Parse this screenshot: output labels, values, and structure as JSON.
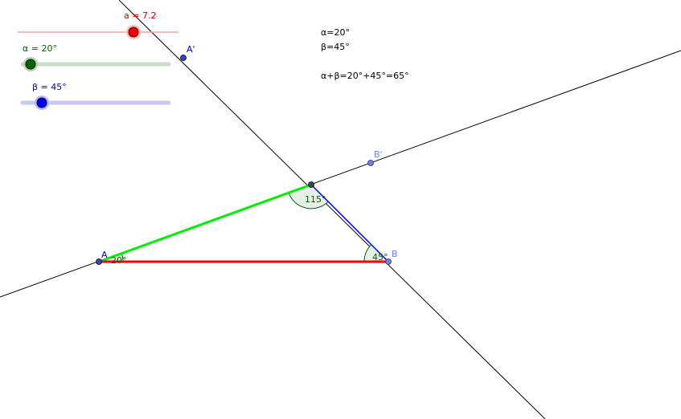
{
  "sliders": {
    "a": {
      "label": "a = 7.2",
      "color": "#cc0000",
      "track_color": "#f4a0a0",
      "value": 7.2,
      "fraction": 0.72
    },
    "alpha": {
      "label": "α = 20°",
      "color": "#006400",
      "track_color": "#c8dcc8",
      "value": 20,
      "fraction": 0.06
    },
    "beta": {
      "label": "β = 45°",
      "color": "#0000cc",
      "track_color": "#c8c8f4",
      "value": 45,
      "fraction": 0.12
    }
  },
  "points": {
    "A": {
      "label": "A"
    },
    "B": {
      "label": "B"
    },
    "A_prime": {
      "label": "A'"
    },
    "B_prime": {
      "label": "B'"
    }
  },
  "angles": {
    "alpha": "20°",
    "beta": "45°",
    "gamma": "115°"
  },
  "info": {
    "line1": "α=20°",
    "line2": "β=45°",
    "line3": "α+β=20°+45°=65°"
  },
  "colors": {
    "segment_ab": "#ff0000",
    "segment_ac": "#00ee00",
    "segment_bc": "#0000ff",
    "angle_fill": "#e6f0e6",
    "angle_stroke": "#006400",
    "point_fill": "#6b7fff"
  }
}
